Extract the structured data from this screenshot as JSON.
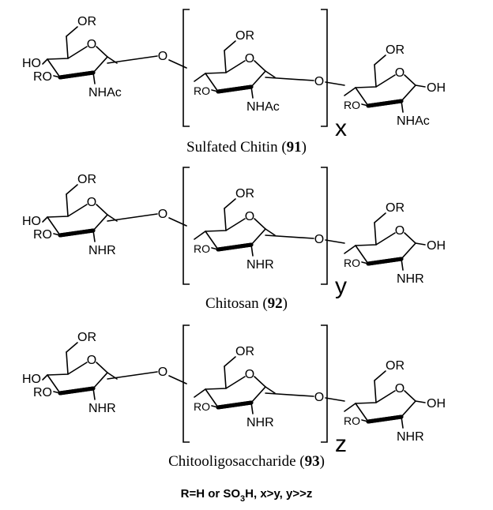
{
  "atoms": {
    "OR": "OR",
    "HO": "HO",
    "RO": "RO",
    "O": "O",
    "OH": "OH",
    "NHAc": "NHAc",
    "NHR": "NHR"
  },
  "structures": [
    {
      "id": "sulfated-chitin",
      "amine": "NHAc",
      "repeat": "x",
      "caption_name": "Sulfated Chitin (",
      "caption_number": "91",
      "caption_close": ")"
    },
    {
      "id": "chitosan",
      "amine": "NHR",
      "repeat": "y",
      "caption_name": "Chitosan (",
      "caption_number": "92",
      "caption_close": ")"
    },
    {
      "id": "chitooligosaccharide",
      "amine": "NHR",
      "repeat": "z",
      "caption_name": "Chitooligosaccharide (",
      "caption_number": "93",
      "caption_close": ")"
    }
  ],
  "footer": {
    "prefix": "R=H or SO",
    "subscript": "3",
    "suffix": "H, x>y, y>>z"
  }
}
